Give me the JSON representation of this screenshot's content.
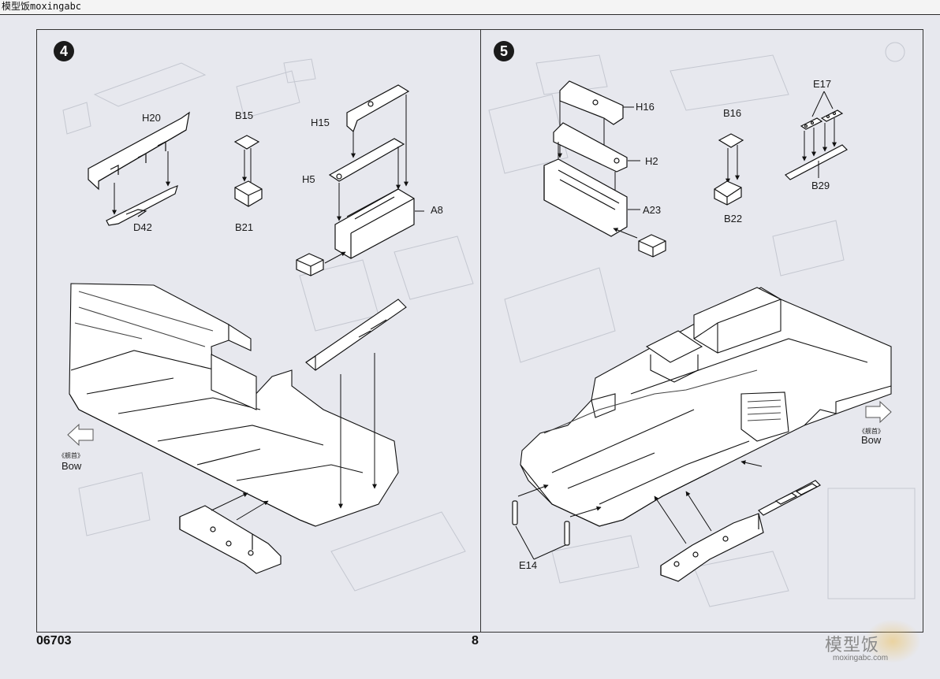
{
  "watermark": "模型饭moxingabc",
  "footer": {
    "code": "06703",
    "page": "8",
    "logo": "模型饭",
    "logo_url": "moxingabc.com"
  },
  "step4": {
    "number": "4",
    "labels": {
      "h20": "H20",
      "d42": "D42",
      "b15": "B15",
      "b21": "B21",
      "h15": "H15",
      "h5": "H5",
      "a8": "A8"
    },
    "bow_cn": "《舰首》",
    "bow": "Bow"
  },
  "step5": {
    "number": "5",
    "labels": {
      "h16": "H16",
      "h2": "H2",
      "a23": "A23",
      "b16": "B16",
      "b22": "B22",
      "e17": "E17",
      "b29": "B29",
      "e14": "E14"
    },
    "bow_cn": "《舰首》",
    "bow": "Bow"
  }
}
